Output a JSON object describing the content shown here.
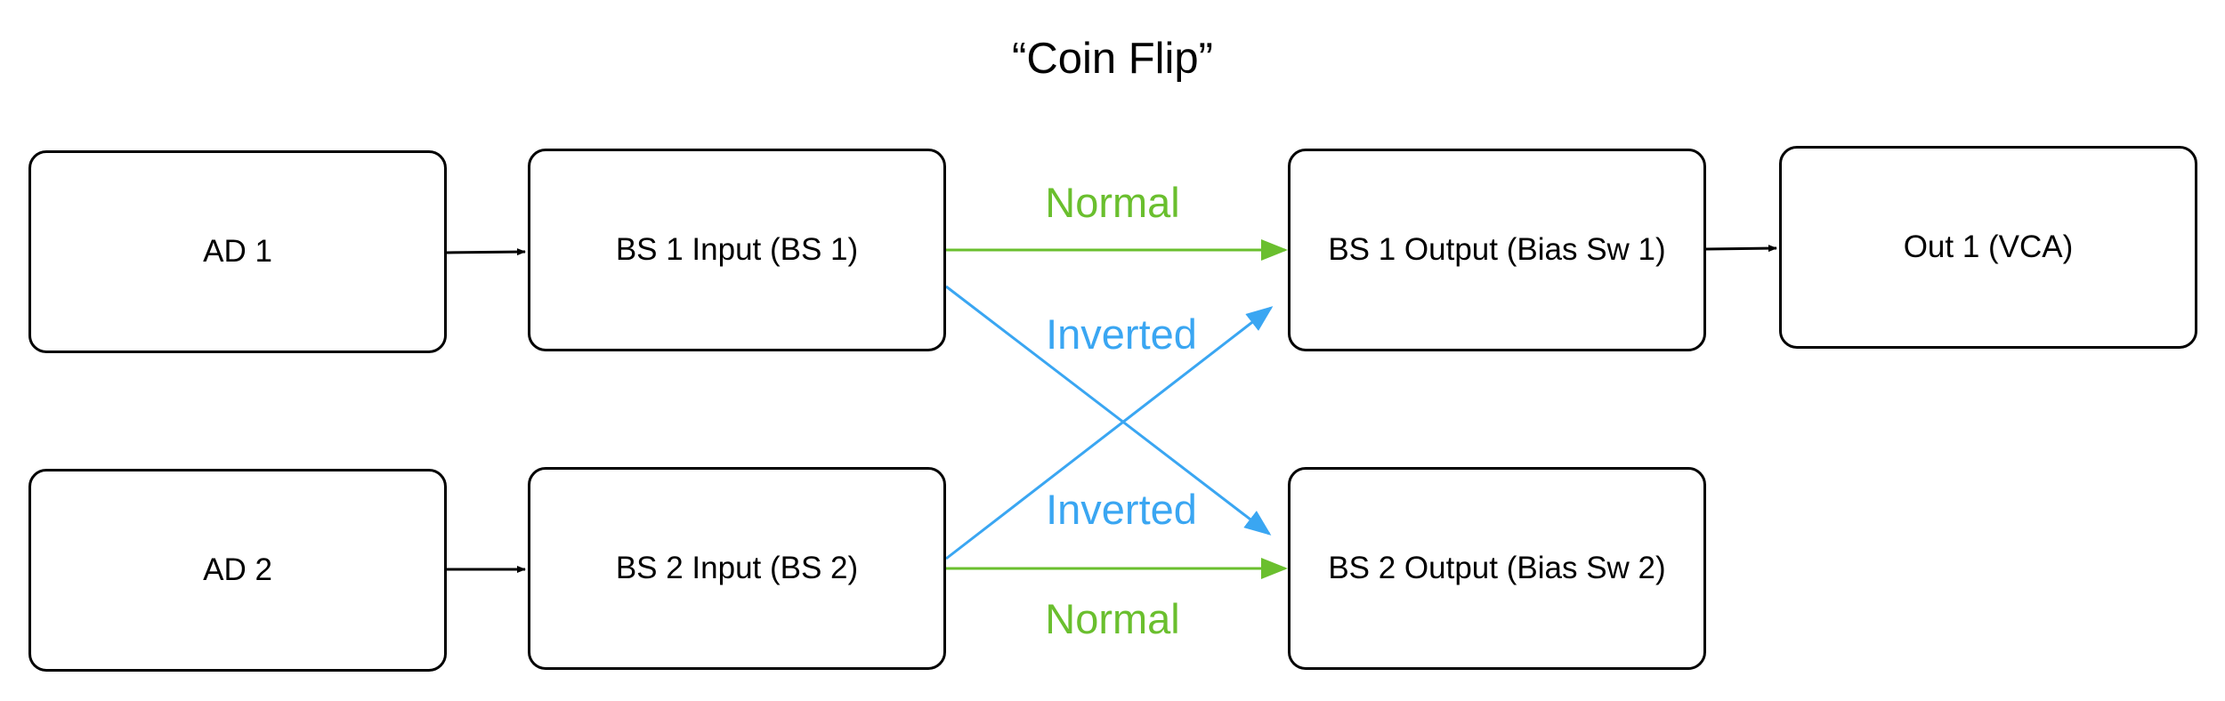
{
  "title": "“Coin Flip”",
  "colors": {
    "normal": "#6abf2e",
    "inverted": "#3aa6f2",
    "default": "#000000"
  },
  "nodes": {
    "ad1": "AD 1",
    "ad2": "AD 2",
    "bs1_input": "BS 1 Input (BS 1)",
    "bs2_input": "BS 2 Input (BS 2)",
    "bs1_output": "BS 1 Output (Bias Sw 1)",
    "bs2_output": "BS 2 Output (Bias Sw 2)",
    "out1": "Out 1 (VCA)"
  },
  "edge_labels": {
    "normal_top": "Normal",
    "inverted_top": "Inverted",
    "inverted_bottom": "Inverted",
    "normal_bottom": "Normal"
  },
  "edges": [
    {
      "from": "ad1",
      "to": "bs1_input",
      "kind": "default"
    },
    {
      "from": "ad2",
      "to": "bs2_input",
      "kind": "default"
    },
    {
      "from": "bs1_input",
      "to": "bs1_output",
      "kind": "normal",
      "label": "Normal"
    },
    {
      "from": "bs1_input",
      "to": "bs2_output",
      "kind": "inverted",
      "label": "Inverted"
    },
    {
      "from": "bs2_input",
      "to": "bs1_output",
      "kind": "inverted",
      "label": "Inverted"
    },
    {
      "from": "bs2_input",
      "to": "bs2_output",
      "kind": "normal",
      "label": "Normal"
    },
    {
      "from": "bs1_output",
      "to": "out1",
      "kind": "default"
    }
  ]
}
